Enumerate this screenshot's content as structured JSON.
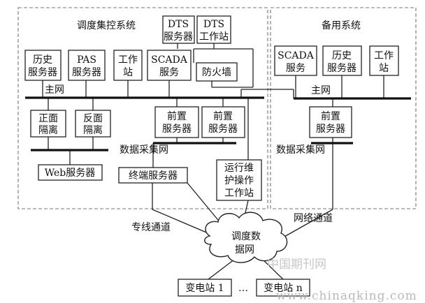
{
  "regions": {
    "main_title": "调度集控系统",
    "backup_title": "备用系统"
  },
  "main": {
    "dts_server": [
      "DTS",
      "服务器"
    ],
    "dts_workstation": [
      "DTS",
      "工作站"
    ],
    "history_server": [
      "历史",
      "服务器"
    ],
    "pas_server": [
      "PAS",
      "服务器"
    ],
    "workstation": [
      "工作",
      "站"
    ],
    "scada_server": [
      "SCADA",
      "服务"
    ],
    "firewall": "防火墙",
    "main_net": "主网",
    "forward_isolation": [
      "正面",
      "隔离"
    ],
    "reverse_isolation": [
      "反面",
      "隔离"
    ],
    "front_server_1": [
      "前置",
      "服务器"
    ],
    "front_server_2": [
      "前置",
      "服务器"
    ],
    "data_net": "数据采集网",
    "web_server": "Web服务器",
    "terminal_server": "终端服务器",
    "ops_workstation": [
      "运行维",
      "护操作",
      "工作站"
    ]
  },
  "backup": {
    "scada_server": [
      "SCADA",
      "服务"
    ],
    "history_server": [
      "历史",
      "服务器"
    ],
    "workstation": [
      "工作",
      "站"
    ],
    "main_net": "主网",
    "front_server": [
      "前置",
      "服务器"
    ],
    "data_net": "数据采集网"
  },
  "links": {
    "dedicated_channel": "专线通道",
    "network_channel": "网络通道"
  },
  "dispatch_net": [
    "调度数",
    "据网"
  ],
  "substations": {
    "first": "变电站 1",
    "ellipsis": "…",
    "last": "变电站 n"
  },
  "watermark": {
    "cn": "中国期刊网",
    "url": "www.chinaqking.com"
  }
}
